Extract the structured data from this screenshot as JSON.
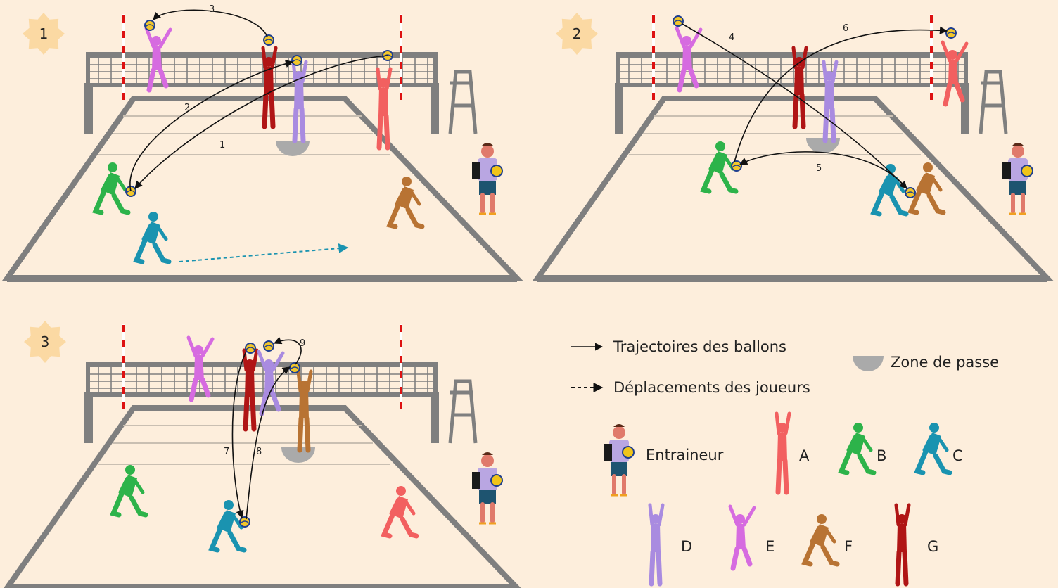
{
  "diagrams": [
    {
      "id": "1",
      "badge": "1",
      "trajectory_labels": [
        "1",
        "2",
        "3"
      ]
    },
    {
      "id": "2",
      "badge": "2",
      "trajectory_labels": [
        "4",
        "5",
        "6"
      ]
    },
    {
      "id": "3",
      "badge": "3",
      "trajectory_labels": [
        "7",
        "8",
        "9"
      ]
    }
  ],
  "legend": {
    "ball_trajectories": "Trajectoires des ballons",
    "player_movements": "Déplacements des joueurs",
    "pass_zone": "Zone de passe",
    "coach": "Entraineur",
    "players": [
      {
        "letter": "A",
        "color": "#f26060"
      },
      {
        "letter": "B",
        "color": "#2db34a"
      },
      {
        "letter": "C",
        "color": "#1a93b0"
      },
      {
        "letter": "D",
        "color": "#a98be0"
      },
      {
        "letter": "E",
        "color": "#d66be0"
      },
      {
        "letter": "F",
        "color": "#b87333"
      },
      {
        "letter": "G",
        "color": "#b01515"
      }
    ]
  },
  "colors": {
    "background": "#fdeedc",
    "court_lines": "#7f7f7f",
    "badge": "#fbd9a3",
    "pass_zone": "#aaaaaa",
    "dashed_move": "#1a93b0"
  }
}
